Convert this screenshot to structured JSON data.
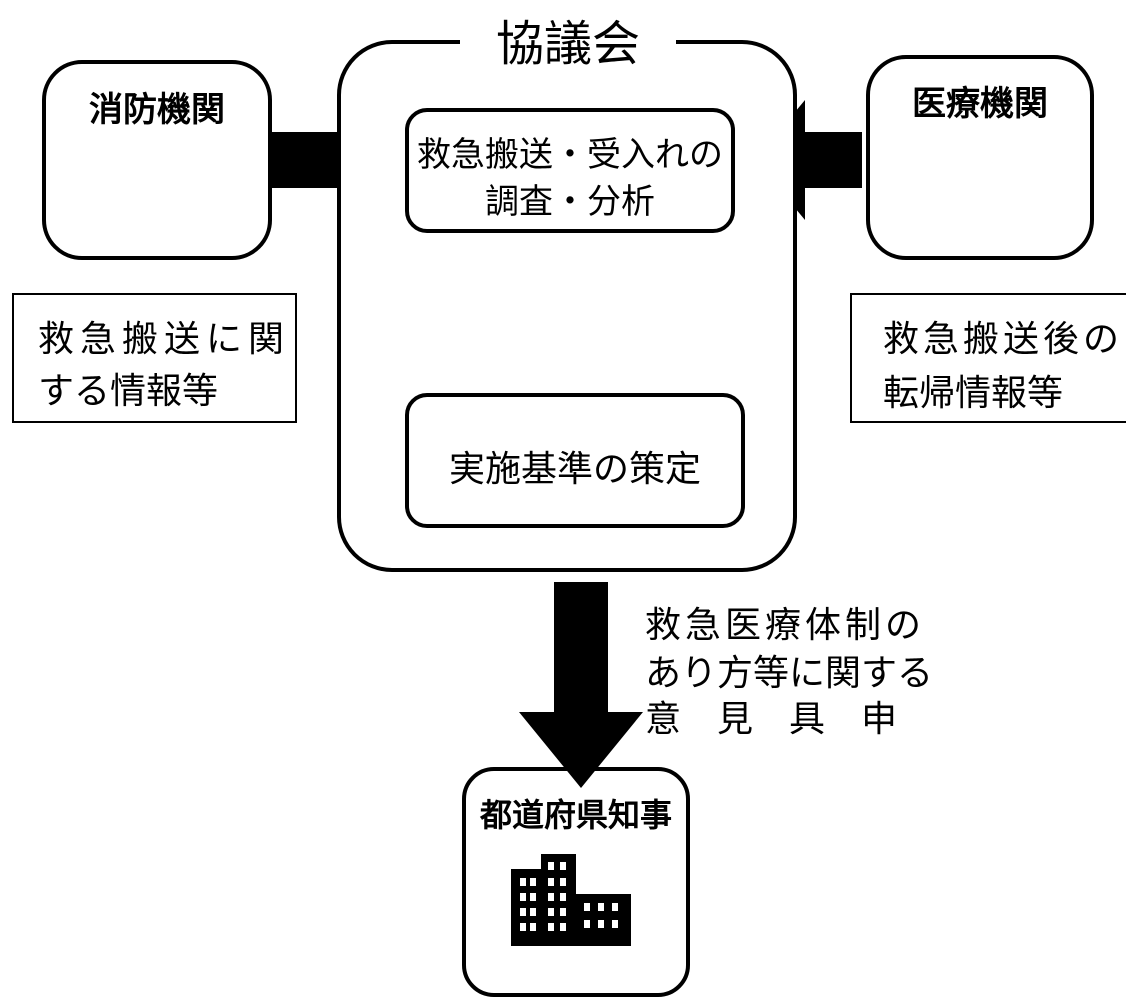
{
  "council": {
    "title": "協議会"
  },
  "fire_dept": {
    "title": "消防機関",
    "info_line1": "救急搬送に関",
    "info_line2": "する情報等",
    "icon": "ambulance"
  },
  "medical": {
    "title": "医療機関",
    "info_line1": "救急搬送後の",
    "info_line2": "転帰情報等",
    "icon": "hospital"
  },
  "process_top": {
    "line1": "救急搬送・受入れの",
    "line2": "調査・分析"
  },
  "process_bottom": {
    "label": "実施基準の策定"
  },
  "opinion": {
    "line1": "救急医療体制の",
    "line2": "あり方等に関する",
    "line3": "意　見　具　申"
  },
  "governor": {
    "title": "都道府県知事",
    "icon": "office-building"
  }
}
